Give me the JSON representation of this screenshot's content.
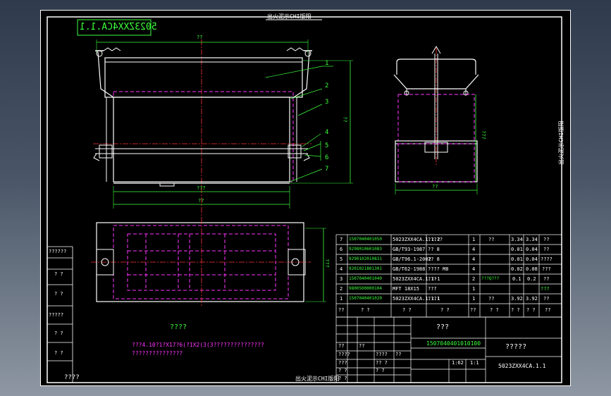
{
  "sheet": {
    "title_top": "出火泥示CHI版阳",
    "title_bottom": "出火泥示CHI版阳",
    "side_label": "出火泥示CHI版阳",
    "mirror_code": "5023ZXX4CA.1.1",
    "bottom_left": "????"
  },
  "dimensions": {
    "top_width": "??",
    "height_right": "??",
    "inner_width": "???",
    "bottom_width": "??",
    "side_height": "???",
    "side_width": "??",
    "plan_height": "???"
  },
  "callouts": [
    "1",
    "2",
    "3",
    "4",
    "5",
    "6",
    "7"
  ],
  "notes": {
    "heading": "????",
    "line1": "???4.10?1?X17?6(?1X2(3(3???????????????",
    "line2": "???????????????"
  },
  "left_panel": [
    "??????",
    "? ?",
    "? ?",
    "?????",
    "? ?",
    "? ?"
  ],
  "parts": [
    {
      "no": "7",
      "code": "1507040401050",
      "name": "5023ZXX4CA.1.1.2",
      "desc": "?????",
      "qty": "1",
      "mat": "??",
      "w1": "3.34",
      "w2": "3.34",
      "note": "??"
    },
    {
      "no": "6",
      "code": "9298010601083",
      "name": "GB/T93-1987",
      "desc": "?? 8",
      "qty": "4",
      "mat": "",
      "w1": "0.01",
      "w2": "0.04",
      "note": "??"
    },
    {
      "no": "5",
      "code": "9290102010831",
      "name": "GB/T96.1-2002",
      "desc": "?? 8",
      "qty": "4",
      "mat": "",
      "w1": "0.01",
      "w2": "0.04",
      "note": "????"
    },
    {
      "no": "4",
      "code": "9201021801301",
      "name": "GB/T62-1988",
      "desc": "???? M8",
      "qty": "4",
      "mat": "",
      "w1": "0.02",
      "w2": "0.08",
      "note": "???"
    },
    {
      "no": "3",
      "code": "1507040401040",
      "name": "5023ZXX4CA.1.1-1",
      "desc": "???",
      "qty": "2",
      "mat": "???Q???",
      "w1": "0.1",
      "w2": "0.2",
      "note": "??"
    },
    {
      "no": "2",
      "code": "9800500000104",
      "name": "MFT 18X15",
      "desc": "???",
      "qty": "1",
      "mat": "",
      "w1": "",
      "w2": "",
      "note": "???"
    },
    {
      "no": "1",
      "code": "1507040401020",
      "name": "5023ZXX4CA.1.1.1",
      "desc": "????",
      "qty": "1",
      "mat": "??",
      "w1": "3.92",
      "w2": "3.92",
      "note": "??"
    }
  ],
  "parts_header": {
    "no": "??",
    "code": "? ?",
    "name": "? ?",
    "desc": "? ?",
    "qty": "??",
    "mat": "? ?",
    "w1": "? ?",
    "w2": "? ?",
    "note": "??"
  },
  "title_block": {
    "company": "???",
    "drawing_code": "1507040401010100",
    "drawing_name": "?????",
    "drawing_no": "5023ZXX4CA.1.1",
    "scale": "1:62",
    "sheet_label": "1:1",
    "rows": [
      "??",
      "????",
      "???",
      "? ?",
      "? ?",
      "? ?"
    ],
    "cols": [
      "??",
      "????",
      "?? ?",
      "??",
      "? ?"
    ]
  },
  "colors": {
    "background": "#000000",
    "frame": "#ffffff",
    "object": "#ffffff",
    "hidden": "#ff35ff",
    "center": "#ff3030",
    "dimension": "#3cff3c",
    "leader": "#3cff3c"
  }
}
